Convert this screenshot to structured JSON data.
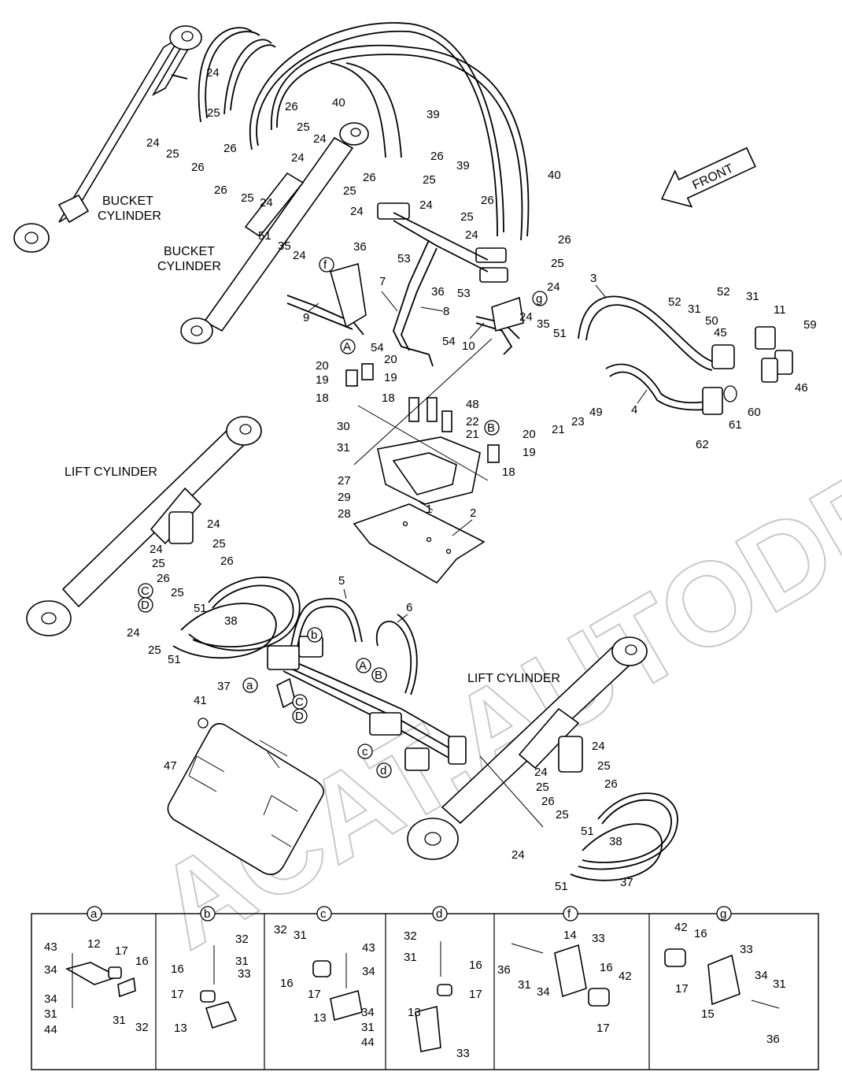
{
  "labels": {
    "front": "FRONT",
    "bucket_cylinder_1": [
      "BUCKET",
      "CYLINDER"
    ],
    "bucket_cylinder_2": [
      "BUCKET",
      "CYLINDER"
    ],
    "lift_cylinder_1": "LIFT CYLINDER",
    "lift_cylinder_2": "LIFT CYLINDER"
  },
  "watermark": "ACAT.AUTODEALER.RU",
  "callouts": {
    "A": "A",
    "B": "B",
    "C": "C",
    "D": "D",
    "a": "a",
    "b": "b",
    "c": "c",
    "d": "d",
    "f": "f",
    "g": "g"
  },
  "parts": {
    "p1": "1",
    "p2": "2",
    "p3": "3",
    "p4": "4",
    "p5": "5",
    "p6": "6",
    "p7": "7",
    "p8": "8",
    "p9": "9",
    "p10": "10",
    "p11": "11",
    "p18a": "18",
    "p18b": "18",
    "p18c": "18",
    "p19a": "19",
    "p19b": "19",
    "p19c": "19",
    "p20a": "20",
    "p20b": "20",
    "p20c": "20",
    "p21a": "21",
    "p21b": "21",
    "p22": "22",
    "p23": "23",
    "p27": "27",
    "p28": "28",
    "p29": "29",
    "p30": "30",
    "p31a": "31",
    "p31b": "31",
    "p31c": "31",
    "p35a": "35",
    "p35b": "35",
    "p36a": "36",
    "p36b": "36",
    "p37a": "37",
    "p37b": "37",
    "p38a": "38",
    "p38b": "38",
    "p39a": "39",
    "p39b": "39",
    "p40a": "40",
    "p40b": "40",
    "p41": "41",
    "p45": "45",
    "p46": "46",
    "p47": "47",
    "p48": "48",
    "p49": "49",
    "p50": "50",
    "p51a": "51",
    "p51b": "51",
    "p51c": "51",
    "p51d": "51",
    "p52a": "52",
    "p52b": "52",
    "p53a": "53",
    "p53b": "53",
    "p54a": "54",
    "p54b": "54",
    "p59": "59",
    "p60": "60",
    "p61": "61",
    "p62": "62",
    "p24_1": "24",
    "p24_2": "24",
    "p24_3": "24",
    "p24_4": "24",
    "p24_5": "24",
    "p24_6": "24",
    "p24_7": "24",
    "p24_8": "24",
    "p24_9": "24",
    "p24_10": "24",
    "p24_11": "24",
    "p24_12": "24",
    "p24_13": "24",
    "p24_14": "24",
    "p24_15": "24",
    "p24_16": "24",
    "p24_17": "24",
    "p25_1": "25",
    "p25_2": "25",
    "p25_3": "25",
    "p25_4": "25",
    "p25_5": "25",
    "p25_6": "25",
    "p25_7": "25",
    "p25_8": "25",
    "p25_9": "25",
    "p25_10": "25",
    "p25_11": "25",
    "p25_12": "25",
    "p25_13": "25",
    "p25_14": "25",
    "p25_15": "25",
    "p26_1": "26",
    "p26_2": "26",
    "p26_3": "26",
    "p26_4": "26",
    "p26_5": "26",
    "p26_6": "26",
    "p26_7": "26",
    "p26_8": "26",
    "p26_9": "26",
    "p26_10": "26",
    "p26_11": "26",
    "p26_12": "26"
  },
  "detail_panels": [
    {
      "key": "a",
      "numbers": [
        "43",
        "12",
        "17",
        "16",
        "34",
        "34",
        "31",
        "44",
        "31",
        "32"
      ]
    },
    {
      "key": "b",
      "numbers": [
        "32",
        "31",
        "16",
        "33",
        "17",
        "13"
      ]
    },
    {
      "key": "c",
      "numbers": [
        "32",
        "31",
        "43",
        "34",
        "16",
        "17",
        "13",
        "34",
        "31",
        "44"
      ]
    },
    {
      "key": "d",
      "numbers": [
        "32",
        "31",
        "16",
        "13",
        "17",
        "33"
      ]
    },
    {
      "key": "f",
      "numbers": [
        "14",
        "33",
        "36",
        "31",
        "34",
        "16",
        "42",
        "17"
      ]
    },
    {
      "key": "g",
      "numbers": [
        "42",
        "16",
        "33",
        "17",
        "15",
        "34",
        "31",
        "36"
      ]
    }
  ]
}
